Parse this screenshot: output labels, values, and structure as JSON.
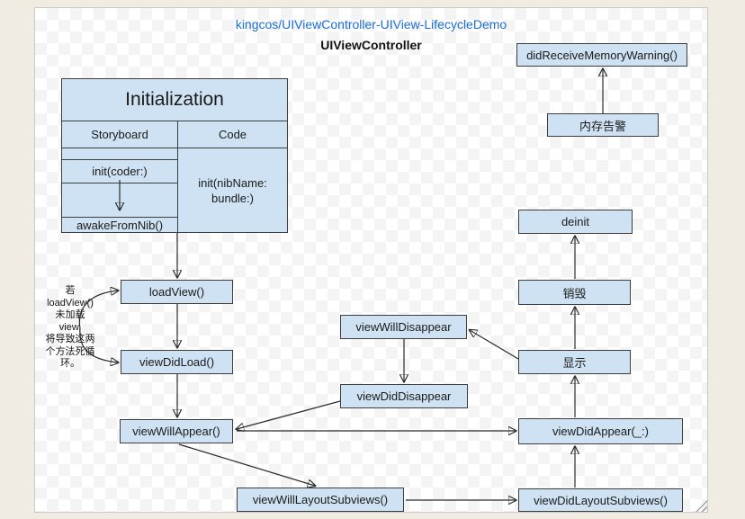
{
  "page": {
    "title_link": "kingcos/UIViewController-UIView-LifecycleDemo",
    "subtitle": "UIViewController"
  },
  "style": {
    "box_fill": "#cfe2f3",
    "box_border": "#3d3d3d",
    "link_color": "#1a6fd4",
    "arrow_color": "#2b2b2b",
    "page_background": "#f1ece1"
  },
  "table": {
    "header": "Initialization",
    "columns": {
      "left": "Storyboard",
      "right": "Code"
    },
    "storyboard_init": "init(coder:)",
    "storyboard_awake": "awakeFromNib()",
    "code_cell_lines": {
      "0": "init(nibName:",
      "1": "bundle:)"
    }
  },
  "nodes": {
    "did_receive_memory_warning": {
      "label": "didReceiveMemoryWarning()"
    },
    "memory_warning_cn": {
      "label": "内存告警"
    },
    "load_view": {
      "label": "loadView()"
    },
    "view_did_load": {
      "label": "viewDidLoad()"
    },
    "view_will_appear": {
      "label": "viewWillAppear()"
    },
    "view_will_disappear": {
      "label": "viewWillDisappear"
    },
    "view_did_disappear": {
      "label": "viewDidDisappear"
    },
    "view_will_layout_subviews": {
      "label": "viewWillLayoutSubviews()"
    },
    "view_did_layout_subviews": {
      "label": "viewDidLayoutSubviews()"
    },
    "view_did_appear": {
      "label": "viewDidAppear(_:)"
    },
    "deinit": {
      "label": "deinit"
    },
    "destroy_cn": {
      "label": "销毁"
    },
    "display_cn": {
      "label": "显示"
    }
  },
  "annotation": {
    "lines": {
      "0": "若",
      "1": "loadView()",
      "2": "未加载",
      "3": "view,",
      "4": "将导致这两",
      "5": "个方法死循",
      "6": "环。"
    },
    "full_text": "若 loadView() 未加载 view, 将导致这两个方法死循环。"
  },
  "edges": [
    {
      "from": "memory_warning_cn",
      "to": "did_receive_memory_warning"
    },
    {
      "from": "initialization_table",
      "to": "load_view"
    },
    {
      "from": "storyboard_init",
      "to": "storyboard_awake"
    },
    {
      "from": "load_view",
      "to": "view_did_load"
    },
    {
      "from": "view_did_load",
      "to": "view_will_appear"
    },
    {
      "from": "view_will_appear",
      "to": "view_did_appear"
    },
    {
      "from": "view_did_disappear",
      "to": "view_will_appear"
    },
    {
      "from": "view_will_disappear",
      "to": "view_did_disappear"
    },
    {
      "from": "display_cn",
      "to": "view_will_disappear"
    },
    {
      "from": "view_will_appear",
      "to": "view_will_layout_subviews"
    },
    {
      "from": "view_will_layout_subviews",
      "to": "view_did_layout_subviews"
    },
    {
      "from": "view_did_layout_subviews",
      "to": "view_did_appear"
    },
    {
      "from": "view_did_appear",
      "to": "display_cn"
    },
    {
      "from": "display_cn",
      "to": "destroy_cn"
    },
    {
      "from": "destroy_cn",
      "to": "deinit"
    },
    {
      "from": "load_view",
      "to": "view_did_load",
      "note": "dead-loop annotation cycle"
    }
  ]
}
